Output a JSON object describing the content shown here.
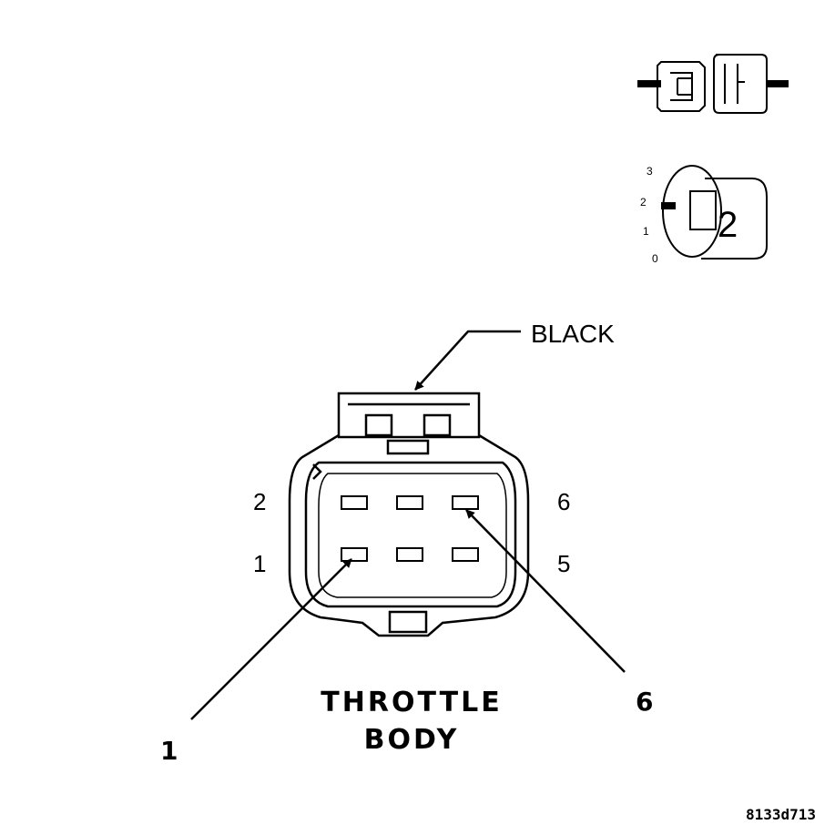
{
  "connector_color_label": "BLACK",
  "component_name": {
    "line1": "THROTTLE",
    "line2": "BODY"
  },
  "cavity_labels": {
    "top_left": "2",
    "bottom_left": "1",
    "top_right": "6",
    "bottom_right": "5"
  },
  "callouts": {
    "left": "1",
    "right": "6"
  },
  "inset_position_scale": [
    "3",
    "2",
    "1",
    "0"
  ],
  "inset_lock_digit": "2",
  "figure_id": "8133d713",
  "icons": [
    "connector-halves-icon",
    "connector-position-lock-icon"
  ]
}
